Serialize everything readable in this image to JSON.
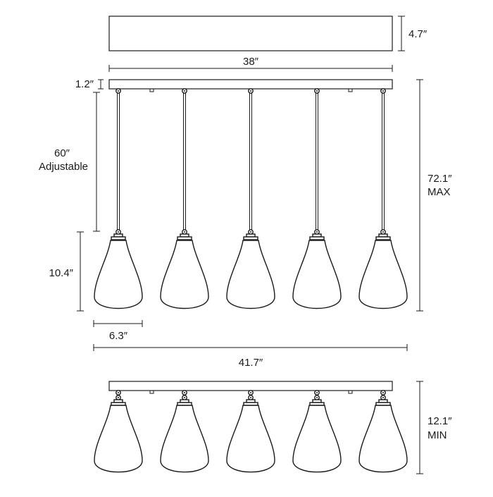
{
  "dimensions": {
    "canopy_depth": "4.7″",
    "canopy_length": "38″",
    "canopy_thickness": "1.2″",
    "cord_length": "60″",
    "cord_note": "Adjustable",
    "shade_height": "10.4″",
    "shade_width": "6.3″",
    "max_height": "72.1″",
    "max_label": "MAX",
    "overall_width": "41.7″",
    "min_height": "12.1″",
    "min_label": "MIN"
  },
  "fixture": {
    "pendant_count": 5
  }
}
